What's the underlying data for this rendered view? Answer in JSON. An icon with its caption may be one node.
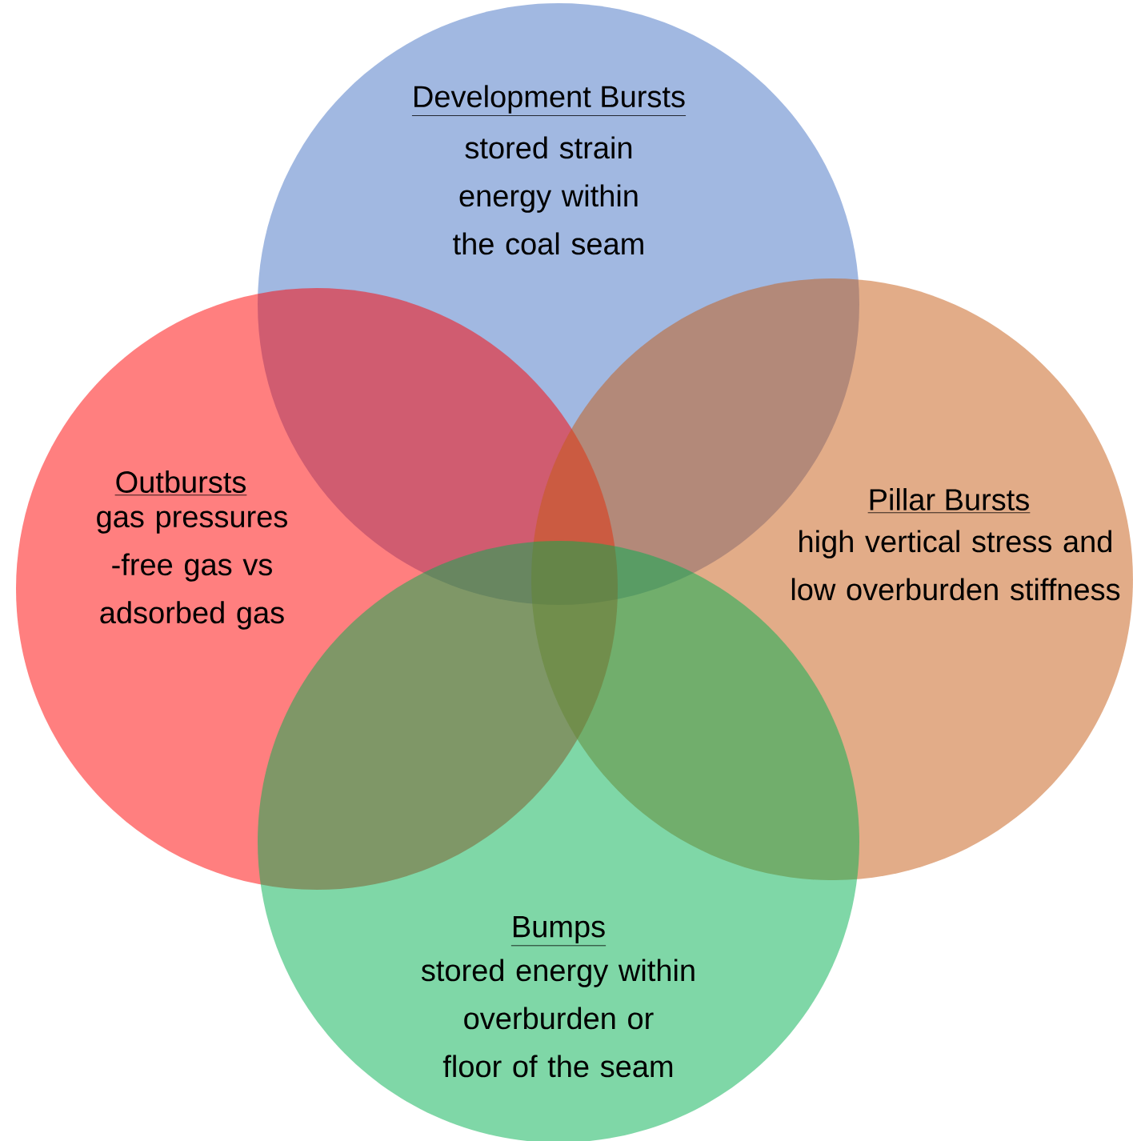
{
  "diagram": {
    "nodes": [
      {
        "text": [
          "Development Bursts",
          "stored strain energy within the coal seam"
        ]
      },
      {
        "text": [
          "Outbursts",
          "gas pressures -free gas vs adsorbed gas"
        ]
      },
      {
        "text": [
          "Pillar Bursts",
          "high vertical stress and low overburden stiffness"
        ]
      },
      {
        "text": [
          "Bumps",
          "stored energy within overburden or floor of the seam"
        ]
      }
    ]
  }
}
